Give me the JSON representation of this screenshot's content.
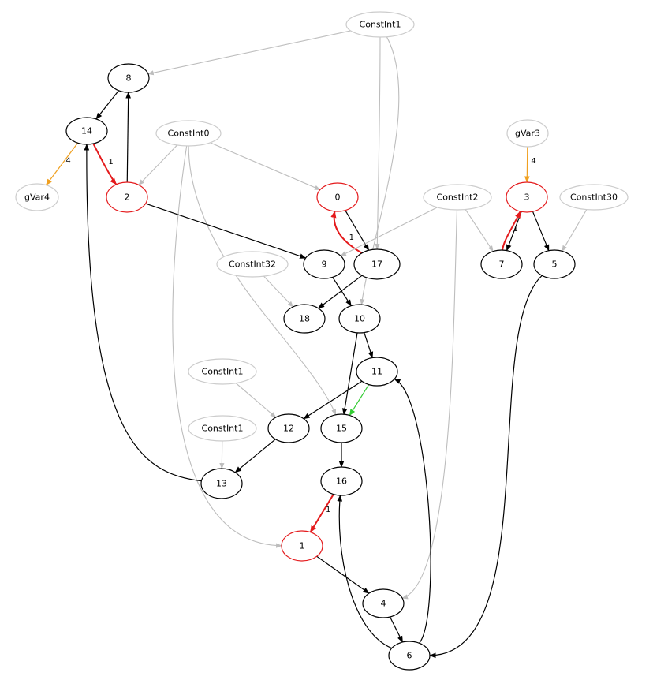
{
  "diagram": {
    "colors": {
      "black": "#000000",
      "gray": "#bdbdbd",
      "red": "#e41a1c",
      "orange": "#f0a020",
      "green": "#33cc33"
    },
    "nodes": [
      {
        "id": "c1_top",
        "label": "ConstInt1",
        "style": "gray"
      },
      {
        "id": "n8",
        "label": "8",
        "style": "black"
      },
      {
        "id": "n14",
        "label": "14",
        "style": "black"
      },
      {
        "id": "c0",
        "label": "ConstInt0",
        "style": "gray"
      },
      {
        "id": "gvar3",
        "label": "gVar3",
        "style": "gray"
      },
      {
        "id": "gvar4",
        "label": "gVar4",
        "style": "gray"
      },
      {
        "id": "n2",
        "label": "2",
        "style": "red"
      },
      {
        "id": "n0",
        "label": "0",
        "style": "red"
      },
      {
        "id": "c2",
        "label": "ConstInt2",
        "style": "gray"
      },
      {
        "id": "n3",
        "label": "3",
        "style": "red"
      },
      {
        "id": "c30",
        "label": "ConstInt30",
        "style": "gray"
      },
      {
        "id": "c32",
        "label": "ConstInt32",
        "style": "gray"
      },
      {
        "id": "n9",
        "label": "9",
        "style": "black"
      },
      {
        "id": "n17",
        "label": "17",
        "style": "black"
      },
      {
        "id": "n7",
        "label": "7",
        "style": "black"
      },
      {
        "id": "n5",
        "label": "5",
        "style": "black"
      },
      {
        "id": "n18",
        "label": "18",
        "style": "black"
      },
      {
        "id": "n10",
        "label": "10",
        "style": "black"
      },
      {
        "id": "n11",
        "label": "11",
        "style": "black"
      },
      {
        "id": "c1_mid",
        "label": "ConstInt1",
        "style": "gray"
      },
      {
        "id": "n12",
        "label": "12",
        "style": "black"
      },
      {
        "id": "n15",
        "label": "15",
        "style": "black"
      },
      {
        "id": "c1_low",
        "label": "ConstInt1",
        "style": "gray"
      },
      {
        "id": "n13",
        "label": "13",
        "style": "black"
      },
      {
        "id": "n16",
        "label": "16",
        "style": "black"
      },
      {
        "id": "n1",
        "label": "1",
        "style": "red"
      },
      {
        "id": "n4",
        "label": "4",
        "style": "black"
      },
      {
        "id": "n6",
        "label": "6",
        "style": "black"
      }
    ],
    "edges": [
      {
        "from": "c1_top",
        "to": "n8",
        "style": "gray",
        "label": ""
      },
      {
        "from": "c1_top",
        "to": "n17",
        "style": "gray",
        "label": ""
      },
      {
        "from": "c1_top",
        "to": "n10",
        "style": "gray",
        "label": ""
      },
      {
        "from": "n8",
        "to": "n14",
        "style": "black",
        "label": ""
      },
      {
        "from": "n2",
        "to": "n8",
        "style": "black",
        "label": ""
      },
      {
        "from": "n14",
        "to": "gvar4",
        "style": "orange",
        "label": "4"
      },
      {
        "from": "n14",
        "to": "n2",
        "style": "red",
        "label": "1"
      },
      {
        "from": "c0",
        "to": "n2",
        "style": "gray",
        "label": ""
      },
      {
        "from": "c0",
        "to": "n0",
        "style": "gray",
        "label": ""
      },
      {
        "from": "c0",
        "to": "n15",
        "style": "gray",
        "label": ""
      },
      {
        "from": "c0",
        "to": "n1",
        "style": "gray",
        "label": ""
      },
      {
        "from": "gvar3",
        "to": "n3",
        "style": "orange",
        "label": "4"
      },
      {
        "from": "n2",
        "to": "n9",
        "style": "black",
        "label": ""
      },
      {
        "from": "n0",
        "to": "n17",
        "style": "black",
        "label": ""
      },
      {
        "from": "n17",
        "to": "n0",
        "style": "red",
        "label": "1"
      },
      {
        "from": "c2",
        "to": "n9",
        "style": "gray",
        "label": ""
      },
      {
        "from": "c2",
        "to": "n7",
        "style": "gray",
        "label": ""
      },
      {
        "from": "c2",
        "to": "n4",
        "style": "gray",
        "label": ""
      },
      {
        "from": "n3",
        "to": "n7",
        "style": "black",
        "label": ""
      },
      {
        "from": "n7",
        "to": "n3",
        "style": "red",
        "label": "1"
      },
      {
        "from": "n3",
        "to": "n5",
        "style": "black",
        "label": ""
      },
      {
        "from": "c30",
        "to": "n5",
        "style": "gray",
        "label": ""
      },
      {
        "from": "c32",
        "to": "n18",
        "style": "gray",
        "label": ""
      },
      {
        "from": "n9",
        "to": "n10",
        "style": "black",
        "label": ""
      },
      {
        "from": "n17",
        "to": "n18",
        "style": "black",
        "label": ""
      },
      {
        "from": "n10",
        "to": "n11",
        "style": "black",
        "label": ""
      },
      {
        "from": "n10",
        "to": "n15",
        "style": "black",
        "label": ""
      },
      {
        "from": "n11",
        "to": "n12",
        "style": "black",
        "label": ""
      },
      {
        "from": "n11",
        "to": "n15",
        "style": "green",
        "label": ""
      },
      {
        "from": "c1_mid",
        "to": "n12",
        "style": "gray",
        "label": ""
      },
      {
        "from": "c1_low",
        "to": "n13",
        "style": "gray",
        "label": ""
      },
      {
        "from": "n12",
        "to": "n13",
        "style": "black",
        "label": ""
      },
      {
        "from": "n13",
        "to": "n14",
        "style": "black",
        "label": ""
      },
      {
        "from": "n15",
        "to": "n16",
        "style": "black",
        "label": ""
      },
      {
        "from": "n16",
        "to": "n1",
        "style": "red",
        "label": "1"
      },
      {
        "from": "n1",
        "to": "n4",
        "style": "black",
        "label": ""
      },
      {
        "from": "n4",
        "to": "n6",
        "style": "black",
        "label": ""
      },
      {
        "from": "n6",
        "to": "n16",
        "style": "black",
        "label": ""
      },
      {
        "from": "n6",
        "to": "n11",
        "style": "black",
        "label": ""
      },
      {
        "from": "n5",
        "to": "n6",
        "style": "black",
        "label": ""
      }
    ]
  }
}
